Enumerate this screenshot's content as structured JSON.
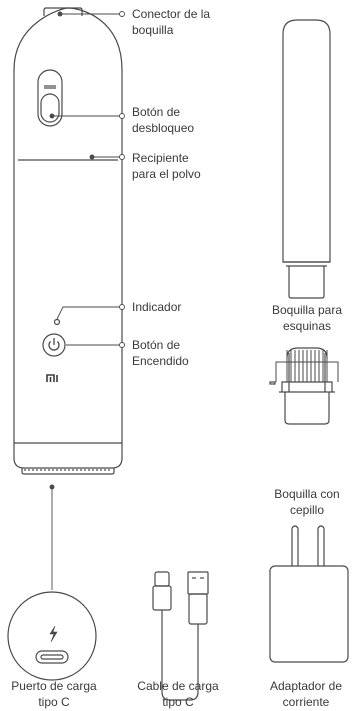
{
  "labels": {
    "nozzle_connector": "Conector de la\nboquilla",
    "release_button": "Botón de\ndesbloqueo",
    "dust_container": "Recipiente\npara el polvo",
    "indicator": "Indicador",
    "power_button": "Botón de\nEncendido",
    "charging_port": "Puerto de carga\ntipo C",
    "charging_cable": "Cable de carga\ntipo C",
    "power_adapter": "Adaptador de\ncorriente",
    "corner_nozzle": "Boquilla para\nesquinas",
    "brush_nozzle": "Boquilla con\ncepillo"
  },
  "icons": {
    "logo": "mi-logo",
    "power": "power-icon",
    "bolt": "lightning-icon"
  },
  "colors": {
    "line": "#4a4a4a",
    "text": "#3a3a3a",
    "background": "#ffffff"
  }
}
